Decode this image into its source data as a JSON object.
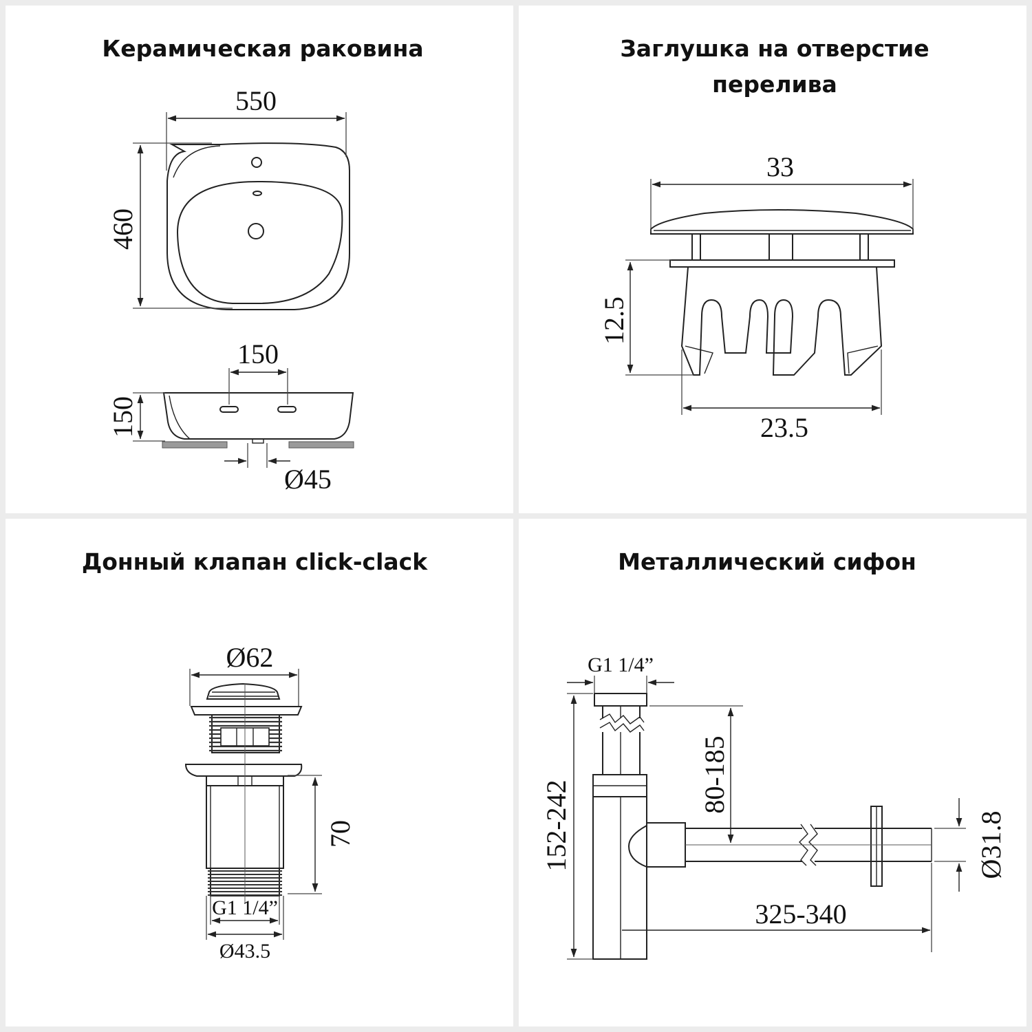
{
  "panels": {
    "basin": {
      "title": "Керамическая раковина",
      "width": "550",
      "depth": "460",
      "hole_spacing": "150",
      "height": "150",
      "drain_diameter": "Ø45"
    },
    "overflow_cap": {
      "title_line1": "Заглушка на отверстие",
      "title_line2": "перелива",
      "top_width": "33",
      "height": "12.5",
      "bottom_width": "23.5"
    },
    "drain_valve": {
      "title": "Донный клапан click-clack",
      "cap_diameter": "Ø62",
      "height": "70",
      "thread": "G1 1/4”",
      "thread_diameter": "Ø43.5"
    },
    "siphon": {
      "title": "Металлический сифон",
      "inlet_thread": "G1 1/4”",
      "vertical_adjust": "80-185",
      "total_height": "152-242",
      "outlet_length": "325-340",
      "outlet_diameter": "Ø31.8"
    }
  }
}
